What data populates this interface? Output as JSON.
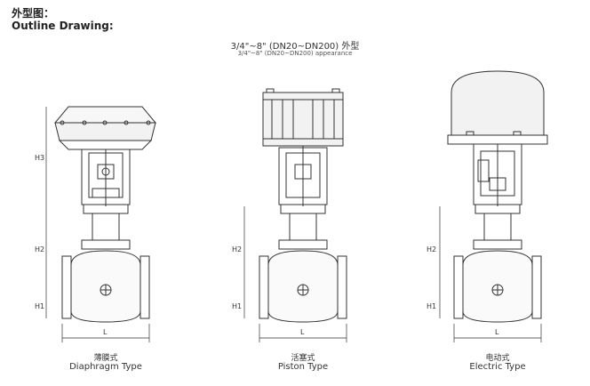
{
  "header": {
    "title_cn": "外型图：",
    "title_en": "Outline Drawing:"
  },
  "figure": {
    "title": "3/4\"~8\" (DN20~DN200) 外型",
    "subtitle": "3/4\"~8\" (DN20~DN200) appearance"
  },
  "dimensions": {
    "h3": "H3",
    "h2": "H2",
    "h1": "H1",
    "l": "L"
  },
  "valves": [
    {
      "name_cn": "薄膜式",
      "name_en": "Diaphragm Type"
    },
    {
      "name_cn": "活塞式",
      "name_en": "Piston Type"
    },
    {
      "name_cn": "电动式",
      "name_en": "Electric Type"
    }
  ]
}
